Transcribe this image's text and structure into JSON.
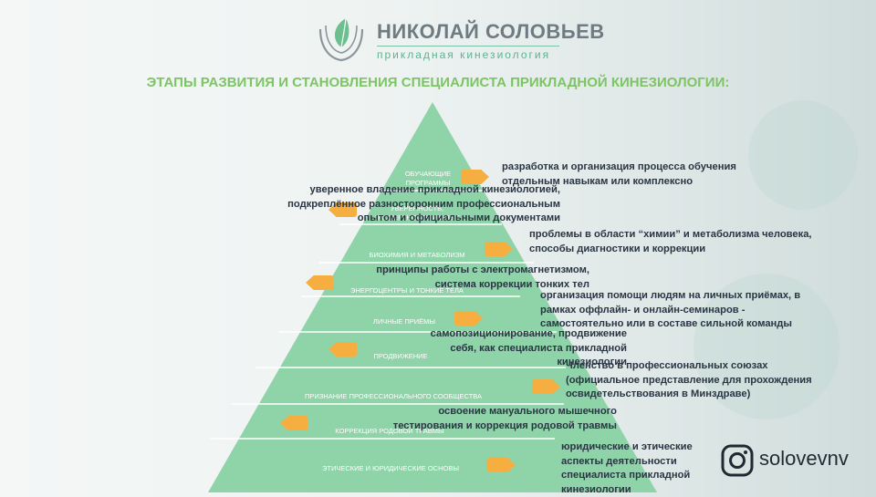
{
  "brand": {
    "name": "НИКОЛАЙ СОЛОВЬЕВ",
    "subtitle": "прикладная кинезиология"
  },
  "title": "ЭТАПЫ РАЗВИТИЯ И СТАНОВЛЕНИЯ СПЕЦИАЛИСТА ПРИКЛАДНОЙ КИНЕЗИОЛОГИИ:",
  "colors": {
    "pyramid": "#8fd3a8",
    "arrow": "#f7ae41",
    "title": "#7cc464",
    "text": "#2a3544"
  },
  "levels": [
    {
      "label": "ОБУЧАЮЩИЕ\nПРОГРАММЫ"
    },
    {
      "label": "УВЕРЕННОСТЬ,\nЭКСПЕРТНОСТЬ И ОПЫТ"
    },
    {
      "label": "БИОХИМИЯ И МЕТАБОЛИЗМ"
    },
    {
      "label": "ЭНЕРГОЦЕНТРЫ И ТОНКИЕ ТЕЛА"
    },
    {
      "label": "ЛИЧНЫЕ ПРИЁМЫ"
    },
    {
      "label": "ПРОДВИЖЕНИЕ"
    },
    {
      "label": "ПРИЗНАНИЕ ПРОФЕССИОНАЛЬНОГО СООБЩЕСТВА"
    },
    {
      "label": "КОРРЕКЦИЯ РОДОВОЙ ТРАВМЫ"
    },
    {
      "label": "ЭТИЧЕСКИЕ И ЮРИДИЧЕСКИЕ ОСНОВЫ"
    }
  ],
  "notes": [
    {
      "side": "right",
      "text": "разработка и организация процесса обучения\nотдельным навыкам или комплексно"
    },
    {
      "side": "left",
      "text": "уверенное владение прикладной кинезиологией,\nподкреплённое разносторонним профессиональным\nопытом и официальными документами"
    },
    {
      "side": "right",
      "text": "проблемы в области “химии” и метаболизма человека,\nспособы диагностики и коррекции"
    },
    {
      "side": "left",
      "text": "принципы работы с электромагнетизмом,\nсистема коррекции тонких тел"
    },
    {
      "side": "right",
      "text": "организация помощи людям на личных приёмах, в\nрамках оффлайн- и онлайн-семинаров -\nсамостоятельно или в составе сильной команды"
    },
    {
      "side": "left",
      "text": "самопозиционирование, продвижение\nсебя, как специалиста прикладной\nкинезиологии"
    },
    {
      "side": "right",
      "text": "Членство в профессиональных союзах\n(официальное представление для прохождения\nосвидетельствования в Минздраве)"
    },
    {
      "side": "left",
      "text": "освоение мануального мышечного\nтестирования и коррекция родовой травмы"
    },
    {
      "side": "right",
      "text": "юридические и этические\nаспекты деятельности\nспециалиста прикладной\nкинезиологии"
    }
  ],
  "social": {
    "icon": "instagram-icon",
    "handle": "solovevnv"
  }
}
